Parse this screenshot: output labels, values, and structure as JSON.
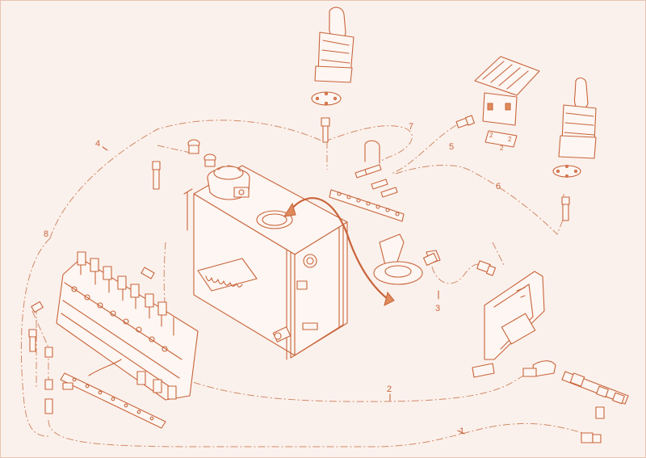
{
  "callouts": [
    {
      "id": "1",
      "label": "1"
    },
    {
      "id": "2",
      "label": "2"
    },
    {
      "id": "3",
      "label": "3"
    },
    {
      "id": "4",
      "label": "4"
    },
    {
      "id": "5",
      "label": "5"
    },
    {
      "id": "6",
      "label": "6"
    },
    {
      "id": "7",
      "label": "7"
    },
    {
      "id": "8",
      "label": "8"
    }
  ],
  "bracket_labels": {
    "a": "2",
    "b": "2",
    "c": "2"
  },
  "colors": {
    "line": "#c8643a",
    "background": "#fbf1ec",
    "hose_dash": "#d08a68"
  },
  "icons": [
    "joystick-icon",
    "pedal-icon",
    "tank-icon",
    "valve-block-icon",
    "filter-icon",
    "mount-bracket-icon"
  ]
}
